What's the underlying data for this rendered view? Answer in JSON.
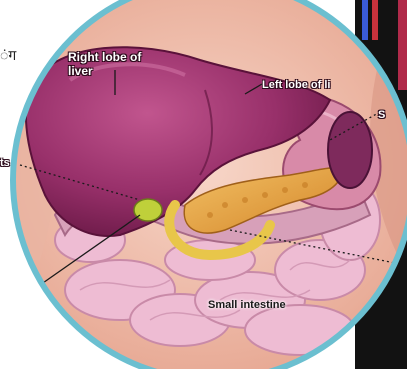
{
  "labels": {
    "right_lobe": "Right lobe of liver",
    "left_lobe": "Left lobe of li",
    "s_label": "S",
    "ts_label": "ts",
    "small_intestine": "Small intestine",
    "hindi_fragment": "ंग"
  },
  "colors": {
    "circle_border": "#6bbfd0",
    "liver": "#9b2f6a",
    "pancreas": "#e8a13a",
    "gallbladder": "#c9d23a",
    "intestine": "#e9b7cf",
    "skin": "#f2c6b6",
    "background": "#ffffff",
    "dark_right": "#111111"
  }
}
